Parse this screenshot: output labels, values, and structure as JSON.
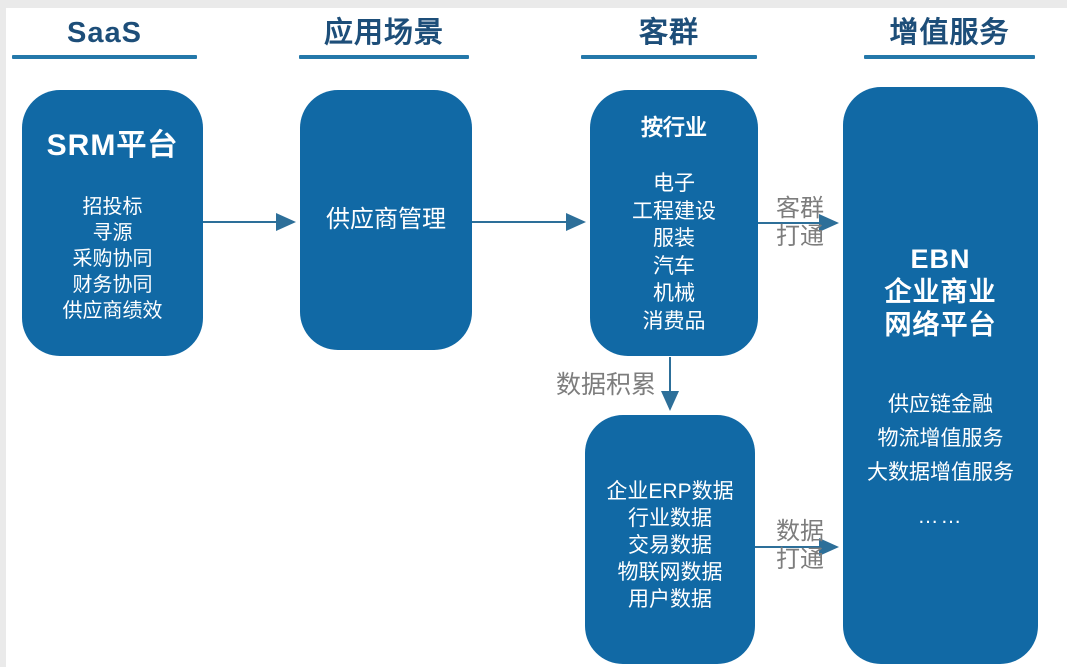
{
  "columns": [
    {
      "label": "SaaS"
    },
    {
      "label": "应用场景"
    },
    {
      "label": "客群"
    },
    {
      "label": "增值服务"
    }
  ],
  "boxes": {
    "srm": {
      "title": "SRM平台",
      "items": [
        "招投标",
        "寻源",
        "采购协同",
        "财务协同",
        "供应商绩效"
      ]
    },
    "scenario": {
      "title": "供应商管理"
    },
    "customers": {
      "title": "按行业",
      "items": [
        "电子",
        "工程建设",
        "服装",
        "汽车",
        "机械",
        "消费品"
      ]
    },
    "ebn": {
      "title_lines": [
        "EBN",
        "企业商业",
        "网络平台"
      ],
      "items": [
        "供应链金融",
        "物流增值服务",
        "大数据增值服务"
      ],
      "ellipsis": "……"
    },
    "data": {
      "items": [
        "企业ERP数据",
        "行业数据",
        "交易数据",
        "物联网数据",
        "用户数据"
      ]
    }
  },
  "connector_labels": {
    "customer_link_line1": "客群",
    "customer_link_line2": "打通",
    "data_accumulate": "数据积累",
    "data_link_line1": "数据",
    "data_link_line2": "打通"
  },
  "colors": {
    "box_blue": "#1169a5",
    "header_navy": "#1d4e79",
    "underline_blue": "#2478aa",
    "arrow_blue": "#2d6f99",
    "label_gray": "#7d7d7d",
    "edge_gray": "#eaeaea"
  }
}
